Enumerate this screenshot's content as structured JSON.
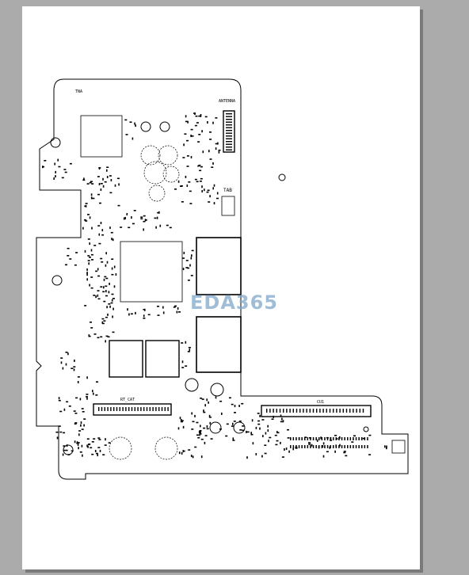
{
  "labels": {
    "ant": "TNA",
    "antenna2": "ANTENNA",
    "tab": "TAB",
    "cam": "RT_CAT",
    "conn_right": "CU1",
    "watermark": "EDA365"
  },
  "colors": {
    "background": "#ababab",
    "page": "#ffffff",
    "ink": "#000000",
    "watermark": "#7fa7c9",
    "trace": "#e0a840"
  }
}
